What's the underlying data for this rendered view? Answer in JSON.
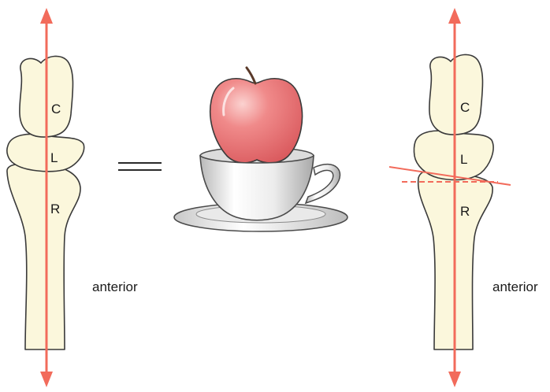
{
  "left_wrist": {
    "labels": {
      "capitate": "C",
      "lunate": "L",
      "radius": "R"
    },
    "side_label": "anterior"
  },
  "analogy": {
    "equals_symbol": "="
  },
  "right_wrist": {
    "labels": {
      "capitate": "C",
      "lunate": "L",
      "radius": "R"
    },
    "side_label": "anterior"
  },
  "colors": {
    "axis_line": "#f26b5b",
    "bone_fill": "#fbf7dc",
    "bone_outline": "#3a3a3a",
    "apple": "#ec6f72",
    "cup": "#f2f2f2"
  },
  "icons": [
    "double-arrow-axis-icon",
    "apple-in-teacup-icon"
  ]
}
